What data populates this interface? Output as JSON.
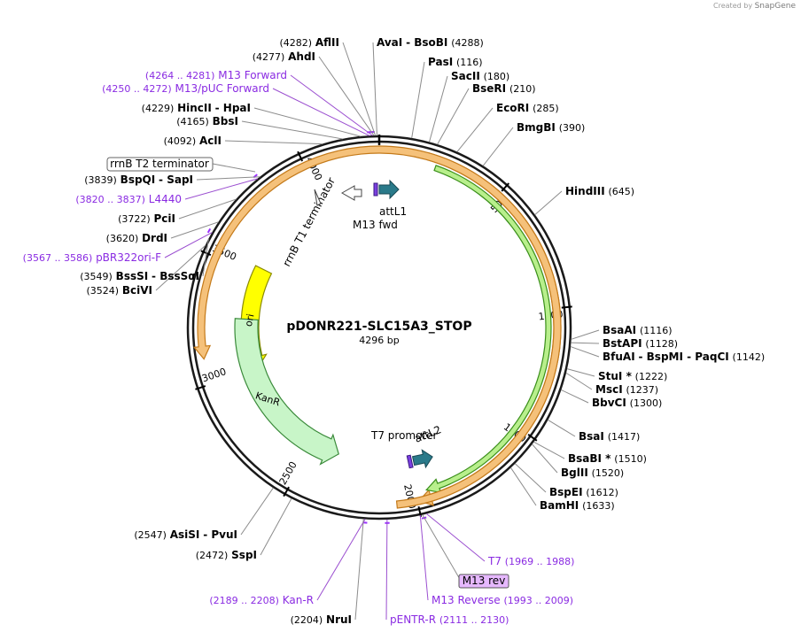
{
  "watermark": {
    "prefix": "Created by",
    "brand": "SnapGene"
  },
  "plasmid": {
    "name": "pDONR221-SLC15A3_STOP",
    "length_label": "4296 bp",
    "length": 4296
  },
  "colors": {
    "backbone": "#1a1a1a",
    "enzyme_text": "#000000",
    "primer_text": "#8a2be2",
    "leader_line": "#8c8c8c",
    "primer_line": "#9b4fd0",
    "orf_orange": "#f5c17a",
    "orf_orange_edge": "#c47a1a",
    "orf_green": "#b8ef8c",
    "orf_green_edge": "#3a8f1a",
    "ori": "#ffff00",
    "kanr": "#c8f5c8",
    "att": "#2a7a8a",
    "primer_box": "#e6b8ff"
  },
  "ticks": [
    {
      "label": "500",
      "bp": 500
    },
    {
      "label": "1000",
      "bp": 1000
    },
    {
      "label": "1500",
      "bp": 1500
    },
    {
      "label": "2000",
      "bp": 2000
    },
    {
      "label": "2500",
      "bp": 2500
    },
    {
      "label": "3000",
      "bp": 3000
    },
    {
      "label": "3500",
      "bp": 3500
    },
    {
      "label": "4000",
      "bp": 4000
    }
  ],
  "features": [
    {
      "name": "ori",
      "type": "ori",
      "start": 3540,
      "end": 2995,
      "direction": "ccw",
      "label": "ori"
    },
    {
      "name": "KanR",
      "type": "kanr",
      "start": 2360,
      "end": 3150,
      "direction": "ccw",
      "label": "KanR"
    },
    {
      "name": "attL1",
      "type": "att",
      "start": 4170,
      "end": 4230,
      "label": "attL1"
    },
    {
      "name": "attL2",
      "type": "att",
      "start": 2050,
      "end": 2110,
      "label": "attL2"
    },
    {
      "name": "M13 fwd",
      "type": "primer",
      "label": "M13 fwd"
    },
    {
      "name": "T7 promoter",
      "type": "promoter",
      "label": "T7 promoter"
    },
    {
      "name": "rrnB T1 terminator",
      "type": "terminator",
      "label": "rrnB T1 terminator"
    },
    {
      "name": "rrnB T2 terminator",
      "type": "terminator_boxed",
      "label": "rrnB T2 terminator"
    }
  ],
  "orfs": [
    {
      "name": "orf-outer",
      "start": 190,
      "end": 1995,
      "direction": "cw"
    },
    {
      "name": "orf-inner",
      "start": 230,
      "end": 1955,
      "direction": "cw"
    },
    {
      "name": "orf-lower",
      "start": 2080,
      "end": 3100,
      "direction": "ccw"
    }
  ],
  "left_labels": [
    {
      "pos": "(4282)",
      "name": "AflII",
      "extra": "",
      "kind": "enzyme",
      "bp": 4282
    },
    {
      "pos": "(4277)",
      "name": "AhdI",
      "extra": "",
      "kind": "enzyme",
      "bp": 4277
    },
    {
      "pos": "(4264 .. 4281)",
      "name": "M13 Forward",
      "extra": "",
      "kind": "primer",
      "bp": 4272
    },
    {
      "pos": "(4250 .. 4272)",
      "name": "M13/pUC Forward",
      "extra": "",
      "kind": "primer",
      "bp": 4261
    },
    {
      "pos": "(4229)",
      "name": "HincII",
      "extra": "- HpaI",
      "kind": "enzyme",
      "bp": 4229
    },
    {
      "pos": "(4165)",
      "name": "BbsI",
      "extra": "",
      "kind": "enzyme",
      "bp": 4165
    },
    {
      "pos": "(4092)",
      "name": "AclI",
      "extra": "",
      "kind": "enzyme",
      "bp": 4092
    },
    {
      "pos": "(3839)",
      "name": "BspQI",
      "extra": "- SapI",
      "kind": "enzyme",
      "bp": 3839
    },
    {
      "pos": "(3820 .. 3837)",
      "name": "L4440",
      "extra": "",
      "kind": "primer",
      "bp": 3828
    },
    {
      "pos": "(3722)",
      "name": "PciI",
      "extra": "",
      "kind": "enzyme",
      "bp": 3722
    },
    {
      "pos": "(3620)",
      "name": "DrdI",
      "extra": "",
      "kind": "enzyme",
      "bp": 3620
    },
    {
      "pos": "(3567 .. 3586)",
      "name": "pBR322ori-F",
      "extra": "",
      "kind": "primer",
      "bp": 3576
    },
    {
      "pos": "(3549)",
      "name": "BssSI",
      "extra": "- BssSαI",
      "kind": "enzyme",
      "bp": 3549
    },
    {
      "pos": "(3524)",
      "name": "BciVI",
      "extra": "",
      "kind": "enzyme",
      "bp": 3524
    },
    {
      "pos": "(2547)",
      "name": "AsiSI",
      "extra": "- PvuI",
      "kind": "enzyme",
      "bp": 2547
    },
    {
      "pos": "(2472)",
      "name": "SspI",
      "extra": "",
      "kind": "enzyme",
      "bp": 2472
    },
    {
      "pos": "(2189 .. 2208)",
      "name": "Kan-R",
      "extra": "",
      "kind": "primer",
      "bp": 2198
    },
    {
      "pos": "(2204)",
      "name": "NruI",
      "extra": "",
      "kind": "enzyme",
      "bp": 2204
    }
  ],
  "right_labels": [
    {
      "name": "AvaI",
      "extra": "- BsoBI",
      "pos": "(4288)",
      "kind": "enzyme",
      "bp": 4288
    },
    {
      "name": "PasI",
      "extra": "",
      "pos": "(116)",
      "kind": "enzyme",
      "bp": 116
    },
    {
      "name": "SacII",
      "extra": "",
      "pos": "(180)",
      "kind": "enzyme",
      "bp": 180
    },
    {
      "name": "BseRI",
      "extra": "",
      "pos": "(210)",
      "kind": "enzyme",
      "bp": 210
    },
    {
      "name": "EcoRI",
      "extra": "",
      "pos": "(285)",
      "kind": "enzyme",
      "bp": 285
    },
    {
      "name": "BmgBI",
      "extra": "",
      "pos": "(390)",
      "kind": "enzyme",
      "bp": 390
    },
    {
      "name": "HindIII",
      "extra": "",
      "pos": "(645)",
      "kind": "enzyme",
      "bp": 645
    },
    {
      "name": "BsaAI",
      "extra": "",
      "pos": "(1116)",
      "kind": "enzyme",
      "bp": 1116
    },
    {
      "name": "BstAPI",
      "extra": "",
      "pos": "(1128)",
      "kind": "enzyme",
      "bp": 1128
    },
    {
      "name": "BfuAI",
      "extra": "- BspMI  - PaqCI",
      "pos": "(1142)",
      "kind": "enzyme",
      "bp": 1142
    },
    {
      "name": "StuI *",
      "extra": "",
      "pos": "(1222)",
      "kind": "enzyme",
      "bp": 1222
    },
    {
      "name": "MscI",
      "extra": "",
      "pos": "(1237)",
      "kind": "enzyme",
      "bp": 1237
    },
    {
      "name": "BbvCI",
      "extra": "",
      "pos": "(1300)",
      "kind": "enzyme",
      "bp": 1300
    },
    {
      "name": "BsaI",
      "extra": "",
      "pos": "(1417)",
      "kind": "enzyme",
      "bp": 1417
    },
    {
      "name": "BsaBI *",
      "extra": "",
      "pos": "(1510)",
      "kind": "enzyme",
      "bp": 1510
    },
    {
      "name": "BglII",
      "extra": "",
      "pos": "(1520)",
      "kind": "enzyme",
      "bp": 1520
    },
    {
      "name": "BspEI",
      "extra": "",
      "pos": "(1612)",
      "kind": "enzyme",
      "bp": 1612
    },
    {
      "name": "BamHI",
      "extra": "",
      "pos": "(1633)",
      "kind": "enzyme",
      "bp": 1633
    },
    {
      "name": "T7",
      "extra": "",
      "pos": "(1969 .. 1988)",
      "kind": "primer",
      "bp": 1978
    },
    {
      "name": "M13 rev",
      "extra": "",
      "pos": "",
      "kind": "primer_boxed",
      "bp": 1993
    },
    {
      "name": "M13 Reverse",
      "extra": "",
      "pos": "(1993 .. 2009)",
      "kind": "primer",
      "bp": 2001
    },
    {
      "name": "pENTR-R",
      "extra": "",
      "pos": "(2111 .. 2130)",
      "kind": "primer",
      "bp": 2120
    }
  ]
}
